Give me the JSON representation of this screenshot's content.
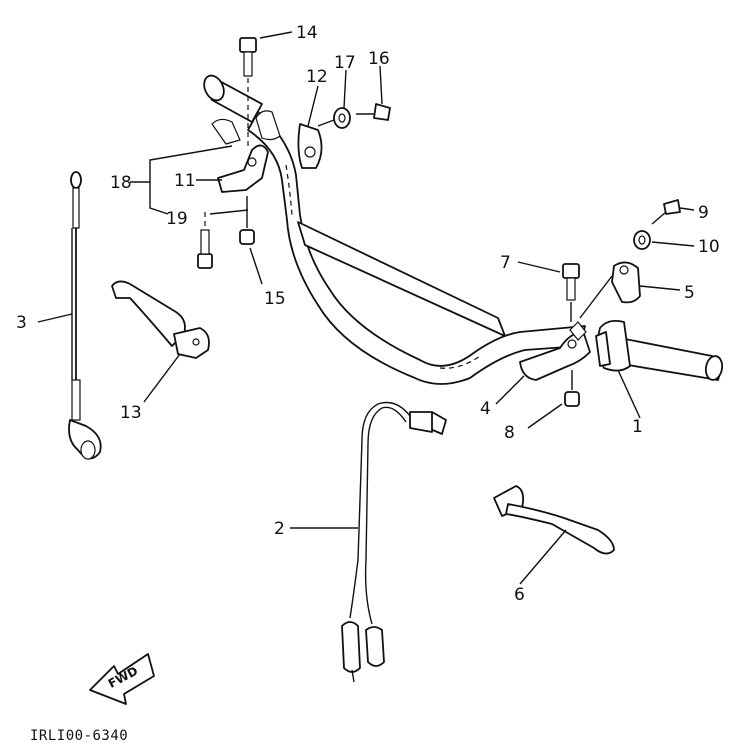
{
  "diagram": {
    "code": "IRLI00-6340",
    "fwd_label": "FWD",
    "callouts": [
      {
        "id": "1",
        "label": "1"
      },
      {
        "id": "2",
        "label": "2"
      },
      {
        "id": "3",
        "label": "3"
      },
      {
        "id": "4",
        "label": "4"
      },
      {
        "id": "5",
        "label": "5"
      },
      {
        "id": "6",
        "label": "6"
      },
      {
        "id": "7",
        "label": "7"
      },
      {
        "id": "8",
        "label": "8"
      },
      {
        "id": "9",
        "label": "9"
      },
      {
        "id": "10",
        "label": "10"
      },
      {
        "id": "11",
        "label": "11"
      },
      {
        "id": "12",
        "label": "12"
      },
      {
        "id": "13",
        "label": "13"
      },
      {
        "id": "14",
        "label": "14"
      },
      {
        "id": "15",
        "label": "15"
      },
      {
        "id": "16",
        "label": "16"
      },
      {
        "id": "17",
        "label": "17"
      },
      {
        "id": "18",
        "label": "18"
      },
      {
        "id": "19",
        "label": "19"
      }
    ]
  }
}
